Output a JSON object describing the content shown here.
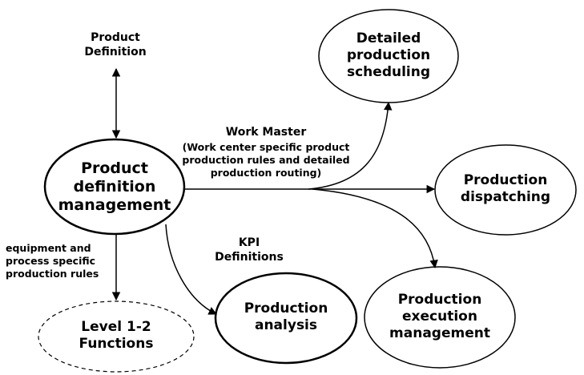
{
  "nodes": {
    "product_definition_management": [
      "Product",
      "definition",
      "management"
    ],
    "detailed_production_scheduling": [
      "Detailed",
      "production",
      "scheduling"
    ],
    "production_dispatching": [
      "Production",
      "dispatching"
    ],
    "production_execution_management": [
      "Production",
      "execution",
      "management"
    ],
    "production_analysis": [
      "Production",
      "analysis"
    ],
    "level_functions": [
      "Level 1-2",
      "Functions"
    ]
  },
  "labels": {
    "product_definition": [
      "Product",
      "Definition"
    ],
    "work_master_title": "Work Master",
    "work_master_detail": [
      "(Work center specific product",
      "production rules and detailed",
      "production routing)"
    ],
    "kpi_definitions": [
      "KPI",
      "Definitions"
    ],
    "equipment_rules": [
      "equipment and",
      "process specific",
      "production rules"
    ]
  },
  "colors": {
    "stroke": "#000000",
    "fill": "#ffffff",
    "dashed_stroke": "#000000"
  }
}
